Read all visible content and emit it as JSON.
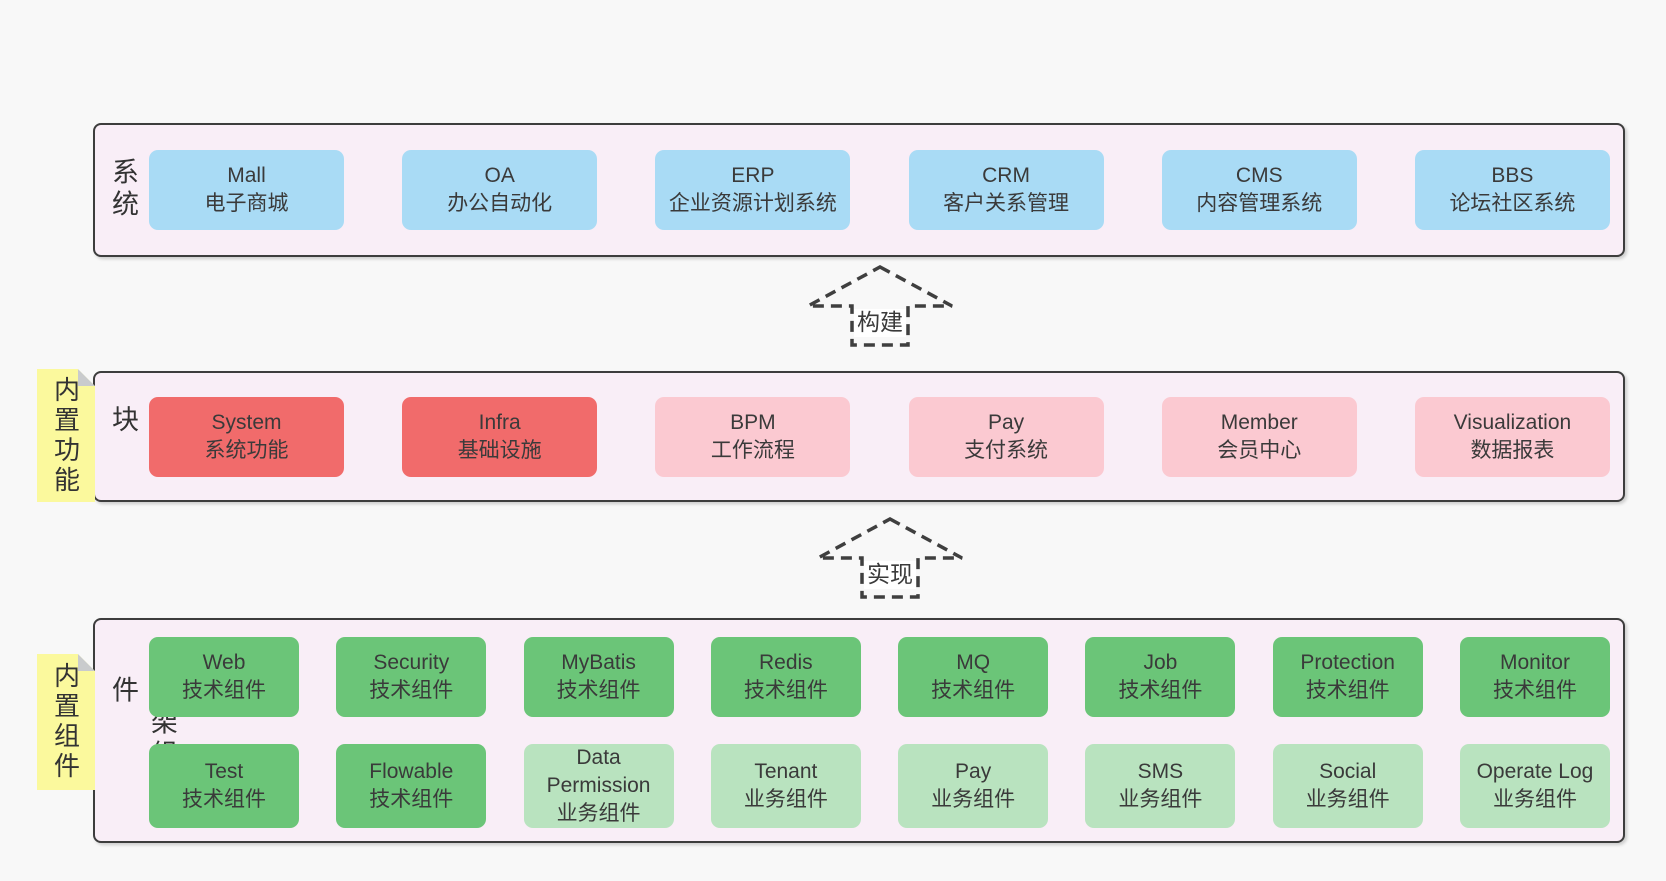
{
  "colors": {
    "page_bg": "#f8f8f8",
    "band_bg": "#f9eef7",
    "band_border": "#3d3d3d",
    "blue": "#a9dbf5",
    "red": "#f16b6b",
    "pink": "#fbc9d1",
    "green": "#6bc578",
    "green_light": "#b9e3bf",
    "sticky_yellow": "#fbf99d",
    "text": "#383838"
  },
  "arrows": [
    {
      "label": "构建"
    },
    {
      "label": "实现"
    }
  ],
  "bands": [
    {
      "label": "业务系统",
      "boxes": [
        {
          "name": "Mall",
          "sub": "电子商城"
        },
        {
          "name": "OA",
          "sub": "办公自动化"
        },
        {
          "name": "ERP",
          "sub": "企业资源计划系统"
        },
        {
          "name": "CRM",
          "sub": "客户关系管理"
        },
        {
          "name": "CMS",
          "sub": "内容管理系统"
        },
        {
          "name": "BBS",
          "sub": "论坛社区系统"
        }
      ]
    },
    {
      "label": "通用模块",
      "sticky": "内置功能",
      "boxes": [
        {
          "name": "System",
          "sub": "系统功能"
        },
        {
          "name": "Infra",
          "sub": "基础设施"
        },
        {
          "name": "BPM",
          "sub": "工作流程"
        },
        {
          "name": "Pay",
          "sub": "支付系统"
        },
        {
          "name": "Member",
          "sub": "会员中心"
        },
        {
          "name": "Visualization",
          "sub": "数据报表"
        }
      ]
    },
    {
      "label": "框架组件",
      "sticky": "内置组件",
      "row1": [
        {
          "name": "Web",
          "sub": "技术组件"
        },
        {
          "name": "Security",
          "sub": "技术组件"
        },
        {
          "name": "MyBatis",
          "sub": "技术组件"
        },
        {
          "name": "Redis",
          "sub": "技术组件"
        },
        {
          "name": "MQ",
          "sub": "技术组件"
        },
        {
          "name": "Job",
          "sub": "技术组件"
        },
        {
          "name": "Protection",
          "sub": "技术组件"
        },
        {
          "name": "Monitor",
          "sub": "技术组件"
        }
      ],
      "row2": [
        {
          "name": "Test",
          "sub": "技术组件"
        },
        {
          "name": "Flowable",
          "sub": "技术组件"
        },
        {
          "name": "Data Permission",
          "sub": "业务组件"
        },
        {
          "name": "Tenant",
          "sub": "业务组件"
        },
        {
          "name": "Pay",
          "sub": "业务组件"
        },
        {
          "name": "SMS",
          "sub": "业务组件"
        },
        {
          "name": "Social",
          "sub": "业务组件"
        },
        {
          "name": "Operate Log",
          "sub": "业务组件"
        }
      ]
    }
  ]
}
